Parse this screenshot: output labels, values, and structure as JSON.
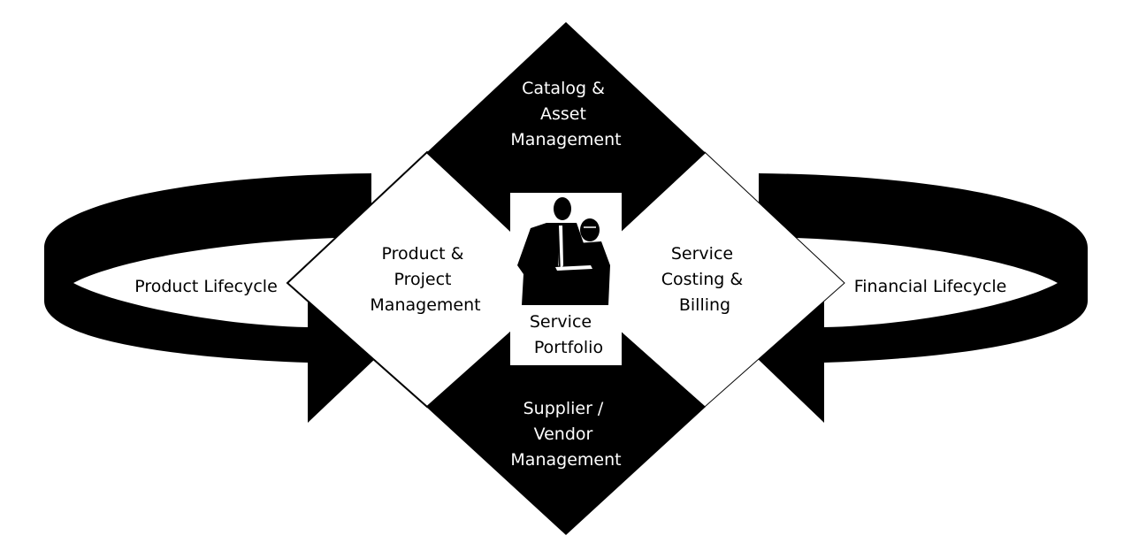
{
  "colors": {
    "shape_fill": "#000000",
    "background": "#ffffff",
    "text_on_dark": "#ffffff",
    "text_on_light": "#000000"
  },
  "diagram": {
    "top_quadrant": {
      "lines": [
        "Catalog &",
        "Asset",
        "Management"
      ]
    },
    "left_quadrant": {
      "lines": [
        "Product &",
        "Project",
        "Management"
      ]
    },
    "right_quadrant": {
      "lines": [
        "Service",
        "Costing &",
        "Billing"
      ]
    },
    "bottom_quadrant": {
      "lines": [
        "Supplier /",
        "Vendor",
        "Management"
      ]
    },
    "center": {
      "icon": "business-people-silhouette-icon",
      "lines": [
        "Service",
        "Portfolio"
      ]
    },
    "left_cycle": {
      "label": "Product Lifecycle",
      "direction": "clockwise"
    },
    "right_cycle": {
      "label": "Financial Lifecycle",
      "direction": "counter-clockwise"
    }
  }
}
